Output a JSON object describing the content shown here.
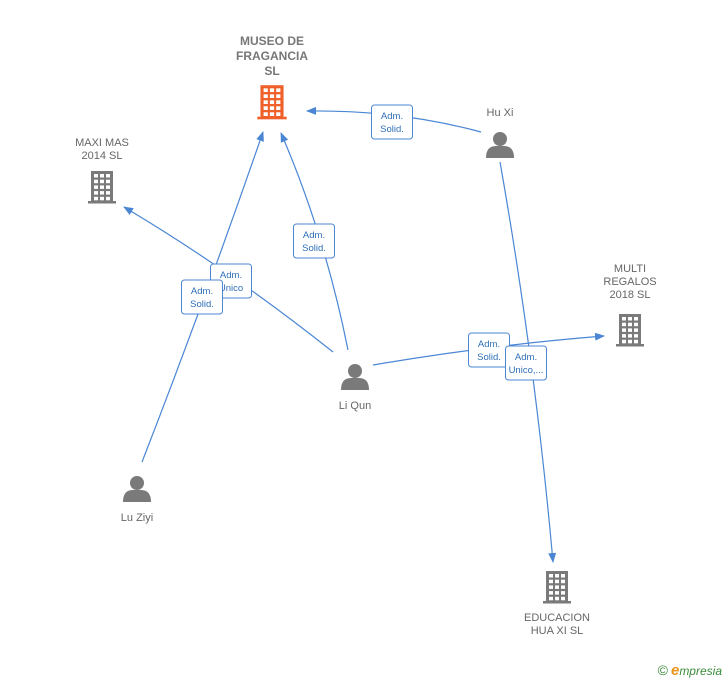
{
  "colors": {
    "edge": "#4a86d4",
    "node_gray": "#7a7a7a",
    "node_main": "#f0602a",
    "label_bg": "#ffffff",
    "label_border": "#4a86d4"
  },
  "nodes": [
    {
      "id": "museo",
      "type": "company",
      "main": true,
      "lines": [
        "MUSEO DE",
        "FRAGANCIA",
        "SL"
      ]
    },
    {
      "id": "maxi",
      "type": "company",
      "main": false,
      "lines": [
        "MAXI MAS",
        "2014  SL"
      ]
    },
    {
      "id": "multi",
      "type": "company",
      "main": false,
      "lines": [
        "MULTI",
        "REGALOS",
        "2018  SL"
      ]
    },
    {
      "id": "educ",
      "type": "company",
      "main": false,
      "lines": [
        "EDUCACION",
        "HUA XI  SL"
      ]
    },
    {
      "id": "huxi",
      "type": "person",
      "main": false,
      "lines": [
        "Hu Xi"
      ]
    },
    {
      "id": "liqun",
      "type": "person",
      "main": false,
      "lines": [
        "Li Qun"
      ]
    },
    {
      "id": "luziyi",
      "type": "person",
      "main": false,
      "lines": [
        "Lu Ziyi"
      ]
    }
  ],
  "edges": [
    {
      "from": "huxi",
      "to": "museo",
      "label": [
        "Adm.",
        "Solid."
      ]
    },
    {
      "from": "liqun",
      "to": "museo",
      "label": [
        "Adm.",
        "Solid."
      ]
    },
    {
      "from": "liqun",
      "to": "maxi",
      "label": [
        "Adm.",
        "Unico"
      ]
    },
    {
      "from": "luziyi",
      "to": "museo",
      "label": [
        "Adm.",
        "Solid."
      ]
    },
    {
      "from": "liqun",
      "to": "multi",
      "label": [
        "Adm.",
        "Solid."
      ]
    },
    {
      "from": "huxi",
      "to": "educ",
      "label": [
        "Adm.",
        "Unico,..."
      ]
    }
  ],
  "watermark": {
    "copyright": "©",
    "brand_initial": "e",
    "brand_rest": "mpresia"
  }
}
